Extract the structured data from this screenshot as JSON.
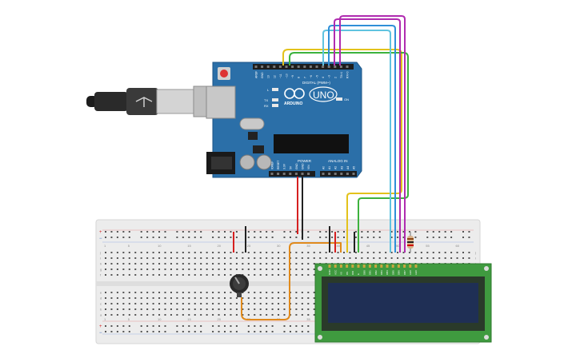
{
  "arduino": {
    "header_digital": "DIGITAL (PWM~)",
    "brand": "ARDUINO",
    "model": "UNO",
    "led_tx": "TX",
    "led_rx": "RX",
    "led_l": "L",
    "led_on": "ON",
    "header_power": "POWER",
    "header_analog": "ANALOG IN",
    "digital_pins": [
      "AREF",
      "GND",
      "13",
      "12",
      "~11",
      "~10",
      "~9",
      "8",
      "7",
      "~6",
      "~5",
      "4",
      "~3",
      "2",
      "TX>1",
      "RX<0"
    ],
    "power_pins": [
      "IOREF",
      "RESET",
      "3.3V",
      "5V",
      "GND",
      "GND",
      "VIN"
    ],
    "analog_pins": [
      "A0",
      "A1",
      "A2",
      "A3",
      "A4",
      "A5"
    ]
  },
  "breadboard": {
    "column_numbers": [
      "1",
      "5",
      "10",
      "15",
      "20",
      "25",
      "30",
      "35",
      "40",
      "45",
      "50",
      "55",
      "60"
    ],
    "row_letters_top": [
      "j",
      "i",
      "h",
      "g",
      "f"
    ],
    "row_letters_bottom": [
      "e",
      "d",
      "c",
      "b",
      "a"
    ],
    "rail_plus": "+",
    "rail_minus": "−"
  },
  "lcd": {
    "pin_labels": [
      "GND",
      "VCC",
      "V0",
      "RS",
      "RW",
      "E",
      "DB0",
      "DB1",
      "DB2",
      "DB3",
      "DB4",
      "DB5",
      "DB6",
      "DB7",
      "LED",
      "LED"
    ]
  },
  "colors": {
    "board": "#2b6fa8",
    "breadboard": "#ececec",
    "lcd_pcb": "#3f9a3f",
    "lcd_screen": "#1f2f55",
    "wire_red": "#d62020",
    "wire_black": "#222222",
    "wire_orange": "#e08a1c",
    "wire_yellow": "#e3c21b",
    "wire_green": "#3db23d",
    "wire_cyan": "#5fc3e0",
    "wire_blue": "#2f8fd8",
    "wire_magenta": "#b02cb0"
  }
}
